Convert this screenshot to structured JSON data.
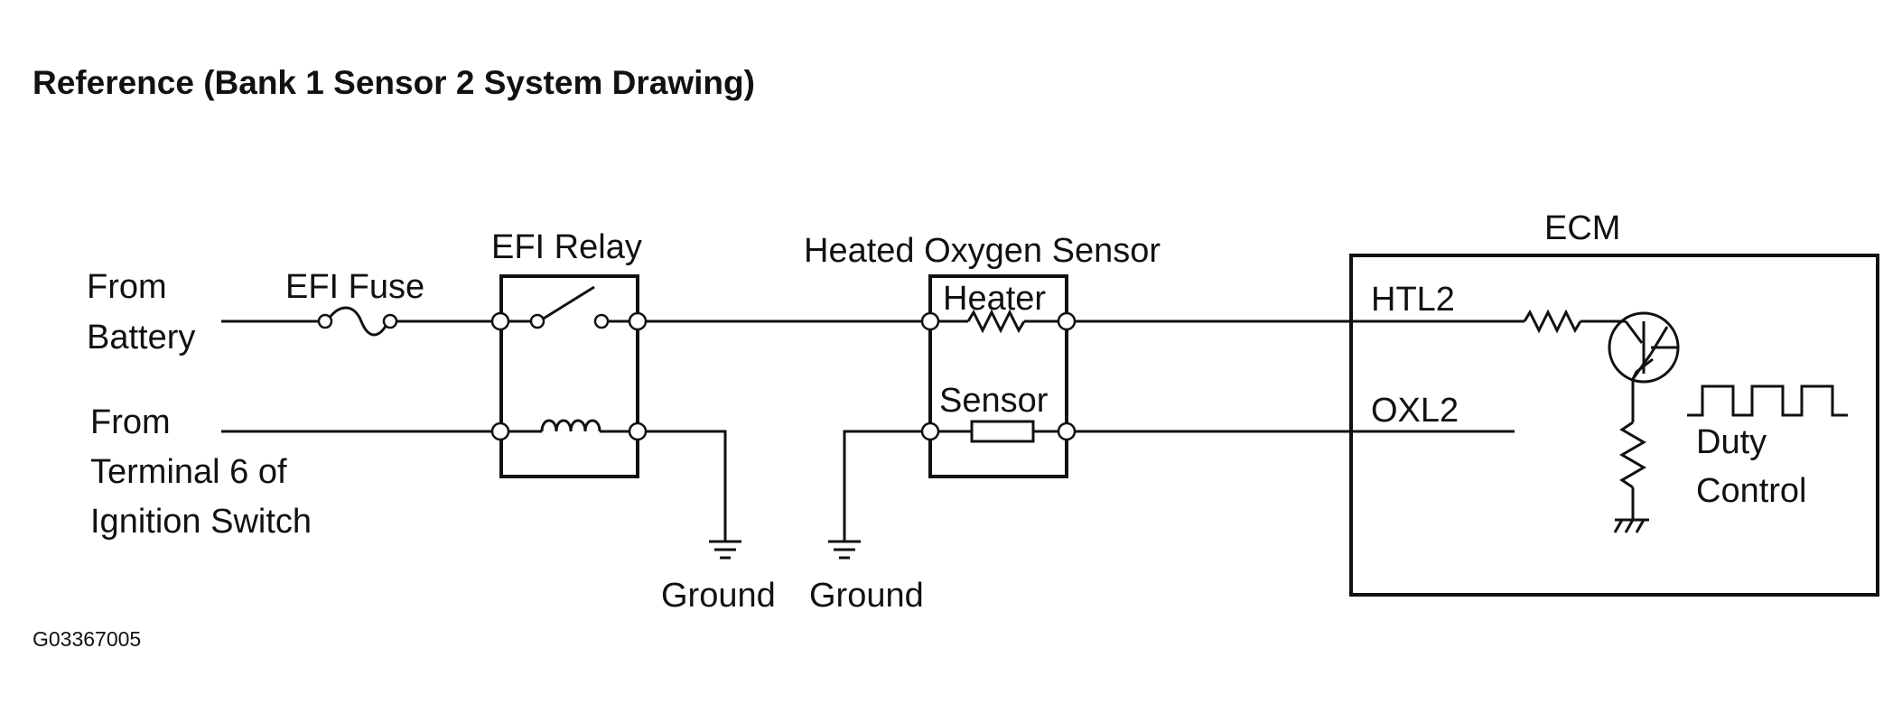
{
  "title": "Reference (Bank 1 Sensor 2 System Drawing)",
  "figure_code": "G03367005",
  "labels": {
    "from_battery_1": "From",
    "from_battery_2": "Battery",
    "from_terminal_1": "From",
    "from_terminal_2": "Terminal 6 of",
    "from_terminal_3": "Ignition Switch",
    "efi_fuse": "EFI Fuse",
    "efi_relay": "EFI Relay",
    "heated_oxygen_sensor": "Heated Oxygen Sensor",
    "heater": "Heater",
    "sensor": "Sensor",
    "ecm": "ECM",
    "htl2": "HTL2",
    "oxl2": "OXL2",
    "duty_1": "Duty",
    "duty_2": "Control",
    "ground_1": "Ground",
    "ground_2": "Ground"
  },
  "colors": {
    "ink": "#111111",
    "background": "#ffffff"
  }
}
